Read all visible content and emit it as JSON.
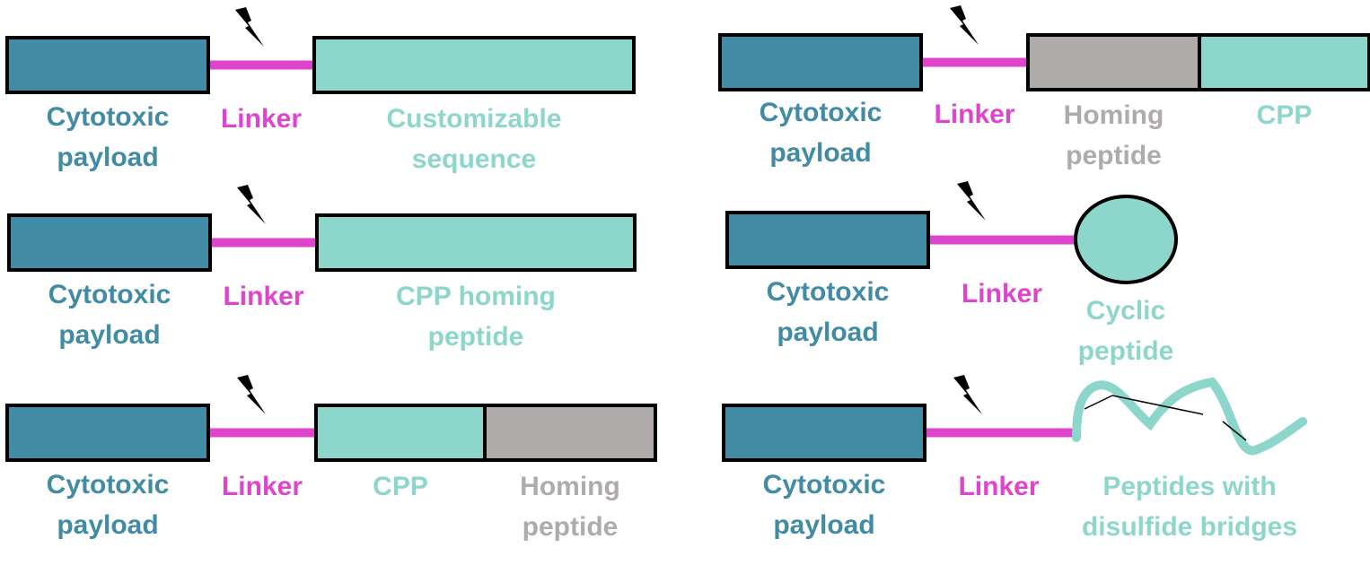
{
  "colors": {
    "payload": "#418CA4",
    "linker": "#DE44CC",
    "cpp": "#8DD6CC",
    "homing": "#AFABAB",
    "outline": "#000000",
    "background": "#FFFFFF"
  },
  "icons": {
    "cleavage": "lightning-bolt-icon"
  },
  "constructs": [
    {
      "payload_label": [
        "Cytotoxic",
        "payload"
      ],
      "linker_label": "Linker",
      "segments": [
        {
          "kind": "cpp",
          "label": [
            "Customizable",
            "sequence"
          ]
        }
      ]
    },
    {
      "payload_label": [
        "Cytotoxic",
        "payload"
      ],
      "linker_label": "Linker",
      "segments": [
        {
          "kind": "homing",
          "label": [
            "Homing",
            "peptide"
          ]
        },
        {
          "kind": "cpp",
          "label": [
            "CPP"
          ]
        }
      ]
    },
    {
      "payload_label": [
        "Cytotoxic",
        "payload"
      ],
      "linker_label": "Linker",
      "segments": [
        {
          "kind": "cpp",
          "label": [
            "CPP homing",
            "peptide"
          ]
        }
      ]
    },
    {
      "payload_label": [
        "Cytotoxic",
        "payload"
      ],
      "linker_label": "Linker",
      "segments": [
        {
          "kind": "circle",
          "label": [
            "Cyclic",
            "peptide"
          ]
        }
      ]
    },
    {
      "payload_label": [
        "Cytotoxic",
        "payload"
      ],
      "linker_label": "Linker",
      "segments": [
        {
          "kind": "cpp",
          "label": [
            "CPP"
          ]
        },
        {
          "kind": "homing",
          "label": [
            "Homing",
            "peptide"
          ]
        }
      ]
    },
    {
      "payload_label": [
        "Cytotoxic",
        "payload"
      ],
      "linker_label": "Linker",
      "segments": [
        {
          "kind": "squiggle",
          "label": [
            "Peptides with",
            "disulfide bridges"
          ]
        }
      ]
    }
  ]
}
